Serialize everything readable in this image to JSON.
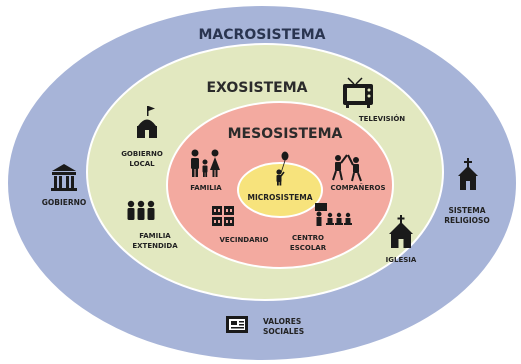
{
  "diagram": {
    "rings": {
      "macro": {
        "title": "MACROSISTEMA",
        "fill": "#a7b4d8",
        "stroke": "#ffffff"
      },
      "exo": {
        "title": "EXOSISTEMA",
        "fill": "#e2e8c0",
        "stroke": "#ffffff"
      },
      "meso": {
        "title": "MESOSISTEMA",
        "fill": "#f3aaa0",
        "stroke": "#ffffff"
      },
      "micro": {
        "title": "MICROSISTEMA",
        "fill": "#f7e37c",
        "stroke": "#ffffff"
      }
    },
    "macro_items": {
      "gobierno": {
        "label": "GOBIERNO",
        "icon": "government-building-icon"
      },
      "sistema_religioso_1": {
        "label": "SISTEMA",
        "icon": "church-icon"
      },
      "sistema_religioso_2": {
        "label": "RELIGIOSO"
      },
      "valores_sociales_1": {
        "label": "VALORES",
        "icon": "newspaper-icon"
      },
      "valores_sociales_2": {
        "label": "SOCIALES"
      }
    },
    "exo_items": {
      "gobierno_local_1": {
        "label": "GOBIERNO",
        "icon": "town-hall-icon"
      },
      "gobierno_local_2": {
        "label": "LOCAL"
      },
      "television": {
        "label": "TELEVISIÓN",
        "icon": "television-icon"
      },
      "familia_extendida_1": {
        "label": "FAMILIA",
        "icon": "extended-family-icon"
      },
      "familia_extendida_2": {
        "label": "EXTENDIDA"
      },
      "iglesia": {
        "label": "IGLESIA",
        "icon": "chapel-icon"
      }
    },
    "meso_items": {
      "familia": {
        "label": "FAMILIA",
        "icon": "family-icon"
      },
      "companeros": {
        "label": "COMPAÑEROS",
        "icon": "classmates-icon"
      },
      "vecindario": {
        "label": "VECINDARIO",
        "icon": "neighborhood-icon"
      },
      "centro_escolar_1": {
        "label": "CENTRO",
        "icon": "classroom-icon"
      },
      "centro_escolar_2": {
        "label": "ESCOLAR"
      }
    },
    "micro_items": {
      "child": {
        "icon": "child-with-balloon-icon"
      }
    },
    "text_color": "#222222"
  }
}
